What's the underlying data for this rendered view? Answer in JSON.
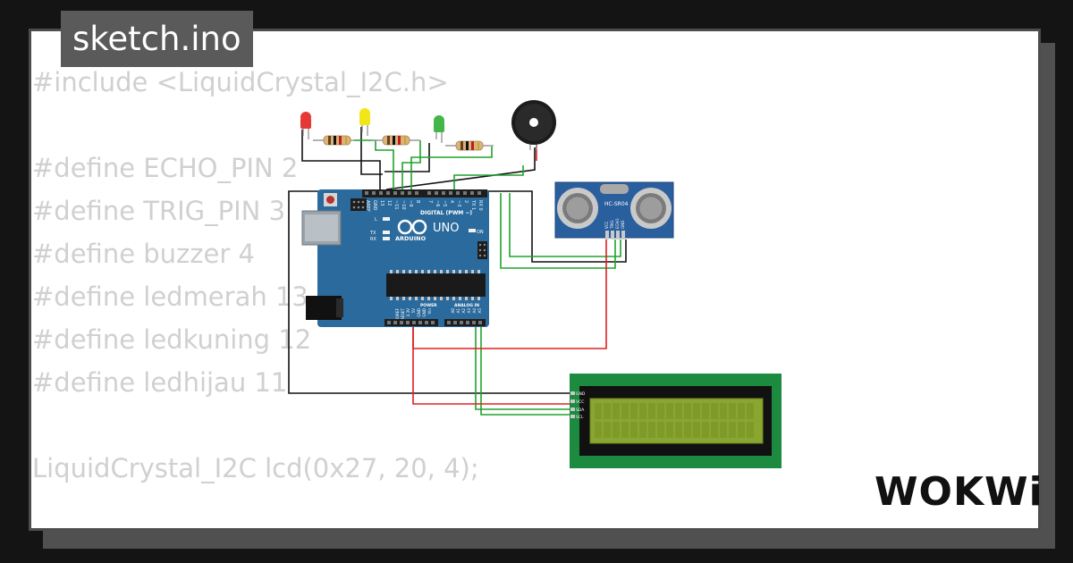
{
  "window": {
    "title": "sketch.ino"
  },
  "code": {
    "lines": [
      "#include <LiquidCrystal_I2C.h>",
      "",
      "#define ECHO_PIN 2",
      "#define TRIG_PIN 3",
      "#define buzzer 4",
      "#define ledmerah 13",
      "#define ledkuning 12",
      "#define ledhijau 11",
      "",
      "LiquidCrystal_I2C lcd(0x27, 20, 4);"
    ]
  },
  "board": {
    "logo_text": "UNO",
    "brand": "ARDUINO",
    "digital_label": "DIGITAL (PWM ~)",
    "digital_pins": [
      "AREF",
      "GND",
      "13",
      "12",
      "~11",
      "~10",
      "~9",
      "8",
      "7",
      "~6",
      "~5",
      "4",
      "~3",
      "2",
      "TX 1",
      "RX 0"
    ],
    "power_label": "POWER",
    "analog_label": "ANALOG IN",
    "power_pins": [
      "IOREF",
      "RESET",
      "3.3V",
      "5V",
      "GND",
      "GND",
      "Vin"
    ],
    "analog_pins": [
      "A0",
      "A1",
      "A2",
      "A3",
      "A4",
      "A5"
    ],
    "led_labels": [
      "L",
      "TX",
      "RX"
    ],
    "on_label": "ON",
    "color": "#2b6a9c"
  },
  "sensor": {
    "label": "HC-SR04",
    "pins": [
      "VCC",
      "TRIG",
      "ECHO",
      "GND"
    ]
  },
  "lcd": {
    "pins": [
      "GND",
      "VCC",
      "SDA",
      "SCL"
    ]
  },
  "leds": [
    {
      "name": "red",
      "color": "#e53935"
    },
    {
      "name": "yellow",
      "color": "#f2e619"
    },
    {
      "name": "green",
      "color": "#43b649"
    }
  ],
  "wire_colors": {
    "black": "#111111",
    "green": "#1fa32b",
    "red": "#e02020"
  },
  "brand": {
    "logo": "WOKWi"
  }
}
